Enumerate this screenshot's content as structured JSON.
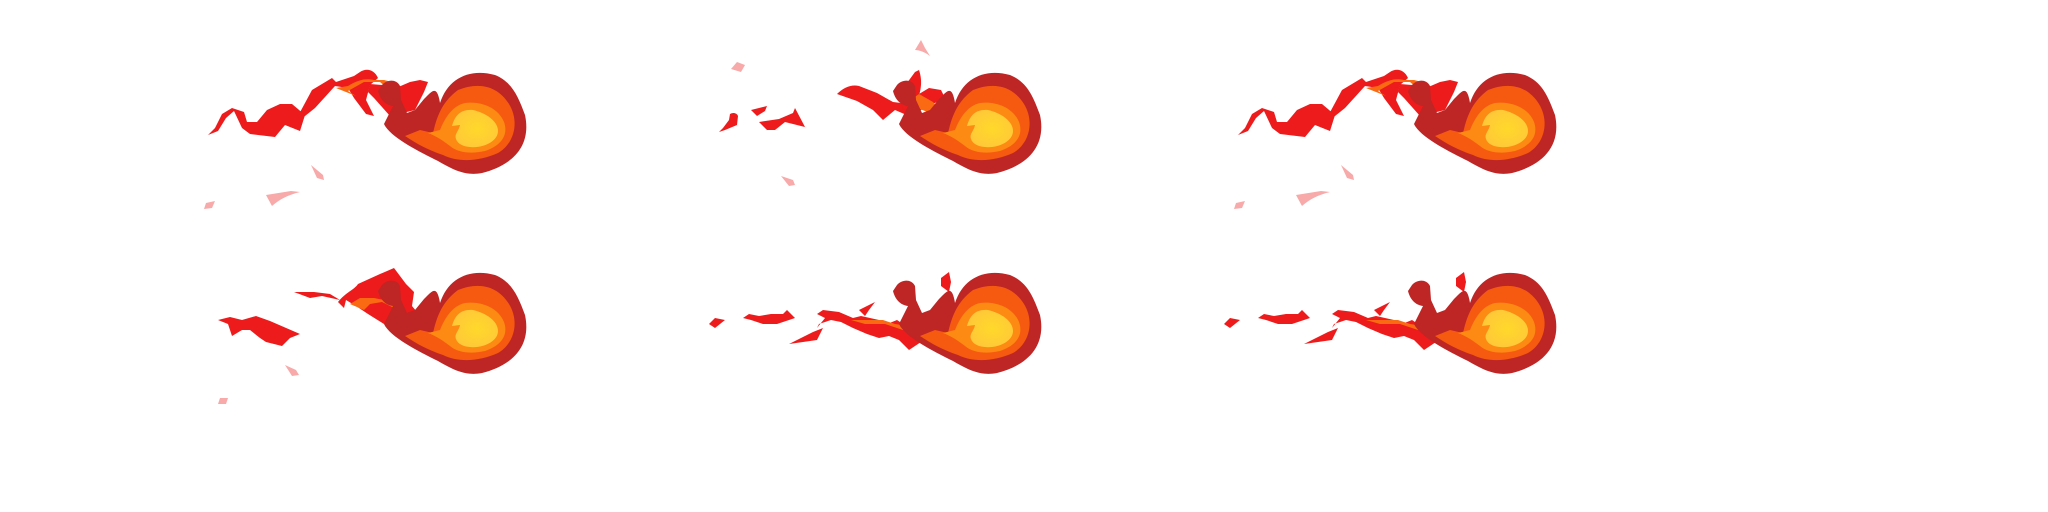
{
  "sprite_sheet": {
    "layout": {
      "rows": 2,
      "columns": 3
    },
    "frame_count": 6,
    "sprite": "fireball",
    "colors": {
      "background": "#ffffff",
      "outer_shell": "#be2525",
      "mid_layer": "#f55a10",
      "inner_layer": "#fd8a12",
      "core_light": "#ffd92a",
      "core_glow": "#ffc63a",
      "flame_red": "#ed1b1b",
      "flame_orange": "#fa6a12",
      "ember": "#f7a0a0"
    }
  }
}
